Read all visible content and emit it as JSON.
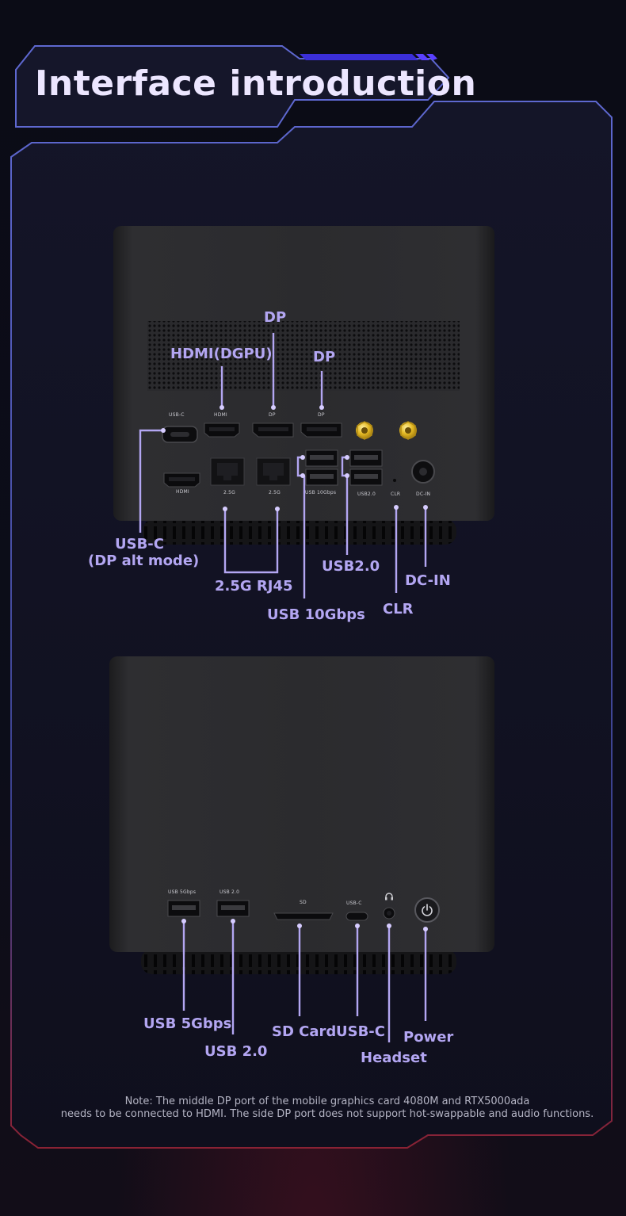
{
  "title": "Interface introduction",
  "rear_panel": {
    "silk": {
      "usbc_dp": "USB-C",
      "hdmi_top": "HDMI",
      "dp1": "DP",
      "dp2": "DP",
      "hdmi_bottom": "HDMI",
      "rj45_1": "2.5G",
      "rj45_2": "2.5G",
      "usb10": "USB 10Gbps",
      "usb20": "USB2.0",
      "clr": "CLR",
      "dcin": "DC-IN"
    },
    "callouts": {
      "dp_middle": "DP",
      "hdmi_dgpu": "HDMI(DGPU)",
      "dp_side": "DP",
      "usbc_line1": "USB-C",
      "usbc_line2": "(DP alt mode)",
      "rj45": "2.5G RJ45",
      "usb10": "USB 10Gbps",
      "usb20": "USB2.0",
      "clr": "CLR",
      "dcin": "DC-IN"
    }
  },
  "front_panel": {
    "silk": {
      "usb5": "USB 5Gbps",
      "usb20": "USB 2.0",
      "sd": "SD",
      "usbc": "USB-C"
    },
    "callouts": {
      "usb5": "USB 5Gbps",
      "usb20": "USB 2.0",
      "sd": "SD Card",
      "usbc": "USB-C",
      "headset": "Headset",
      "power": "Power"
    }
  },
  "note": {
    "line1": "Note: The middle DP port of the mobile graphics card 4080M and RTX5000ada",
    "line2": "needs to be connected to HDMI. The side DP port does not support hot-swappable and audio functions."
  },
  "colors": {
    "accent": "#b3a6f2",
    "frame": "#5a63c0",
    "device": "#2a2a2c",
    "gold": "#e8c12a"
  },
  "icons": [
    "headphone-icon",
    "power-icon"
  ]
}
